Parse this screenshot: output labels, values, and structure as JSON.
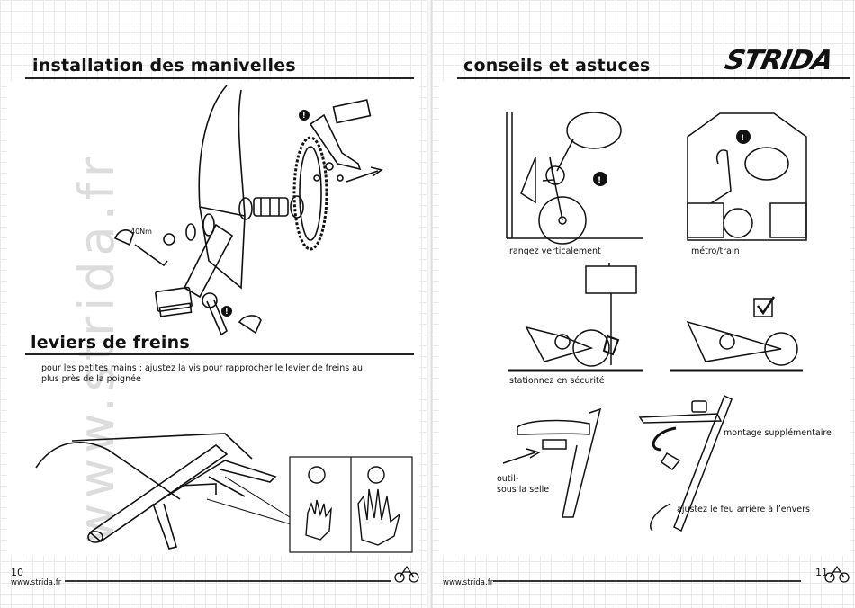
{
  "left_page": {
    "heading_cranks": "installation des manivelles",
    "torque_label": "40Nm",
    "heading_brakes": "leviers de freins",
    "brakes_text_line1": "pour les petites mains : ajustez la vis pour rapprocher le levier de freins au",
    "brakes_text_line2": "plus près de la poignée",
    "watermark": "www.strida.fr",
    "page_number": "10",
    "url": "www.strida.fr"
  },
  "right_page": {
    "heading_tips": "conseils et astuces",
    "logo": "STRIDA",
    "caption_vertical": "rangez verticalement",
    "caption_metro": "métro/train",
    "caption_parking": "stationnez en sécurité",
    "caption_tool_line1": "outil-",
    "caption_tool_line2": "sous la selle",
    "caption_mount": "montage supplémentaire",
    "caption_light": "ajustez le feu arrière à l’envers",
    "page_number": "11",
    "url": "www.strida.fr"
  }
}
